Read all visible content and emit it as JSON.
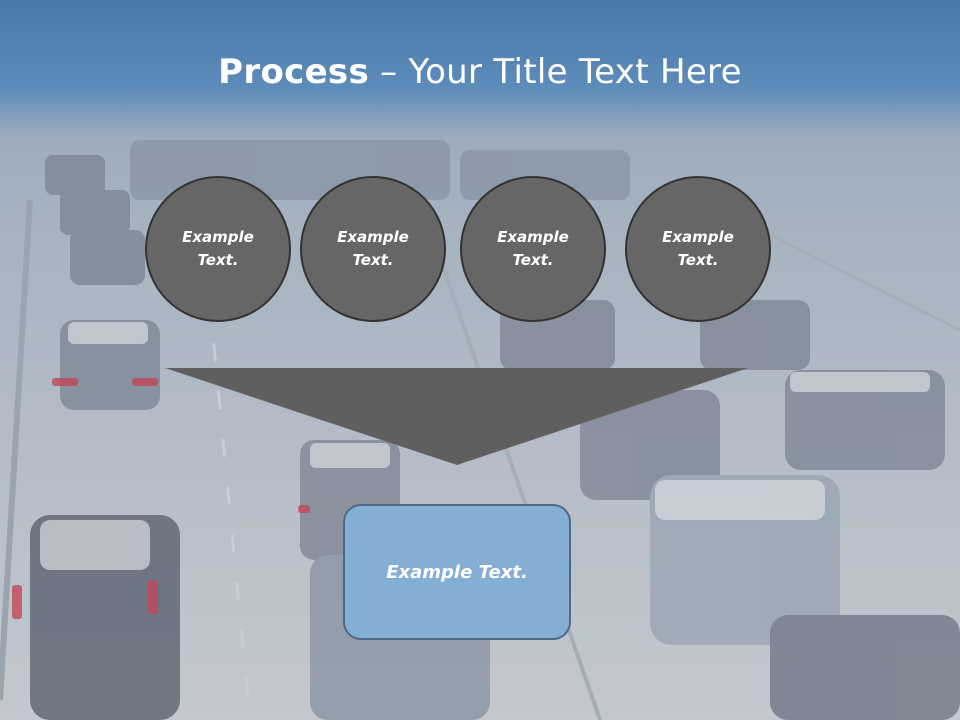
{
  "title": {
    "bold": "Process",
    "rest": " – Your Title Text Here"
  },
  "steps": [
    {
      "label": "Example\nText."
    },
    {
      "label": "Example\nText."
    },
    {
      "label": "Example\nText."
    },
    {
      "label": "Example\nText."
    }
  ],
  "result": {
    "label": "Example Text."
  },
  "colors": {
    "circle_fill": "#666666",
    "funnel_fill": "#5f5f5f",
    "result_fill": "#84aed3",
    "title_band": "#5d8cba"
  },
  "background": {
    "image": "traffic-jam-photo"
  }
}
